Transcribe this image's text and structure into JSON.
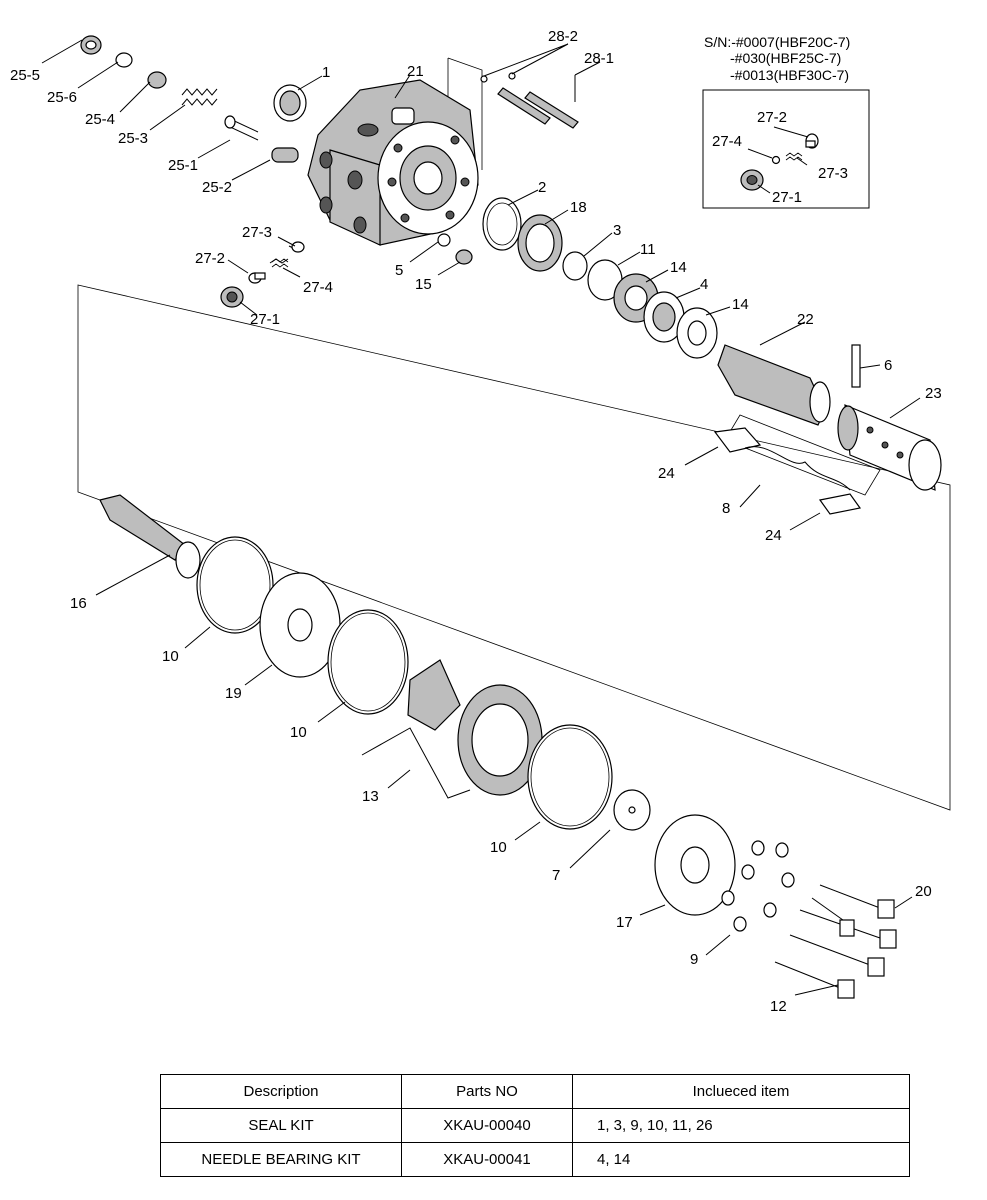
{
  "serial_note": {
    "lines": [
      "S/N:-#0007(HBF20C-7)",
      "-#030(HBF25C-7)",
      "-#0013(HBF30C-7)"
    ],
    "inset_labels": [
      "27-2",
      "27-4",
      "27-3",
      "27-1"
    ]
  },
  "callouts": [
    "25-5",
    "25-6",
    "25-4",
    "25-3",
    "25-1",
    "25-2",
    "1",
    "21",
    "28-2",
    "28-1",
    "2",
    "18",
    "3",
    "11",
    "14",
    "4",
    "14",
    "22",
    "6",
    "23",
    "24",
    "8",
    "24",
    "27-3",
    "27-2",
    "27-4",
    "27-1",
    "5",
    "15",
    "16",
    "10",
    "19",
    "10",
    "13",
    "10",
    "7",
    "17",
    "20",
    "9",
    "12"
  ],
  "kit_table": {
    "headers": [
      "Description",
      "Parts NO",
      "Inclueced item"
    ],
    "rows": [
      [
        "SEAL KIT",
        "XKAU-00040",
        "1, 3, 9, 10, 11, 26"
      ],
      [
        "NEEDLE BEARING KIT",
        "XKAU-00041",
        "4, 14"
      ]
    ]
  }
}
